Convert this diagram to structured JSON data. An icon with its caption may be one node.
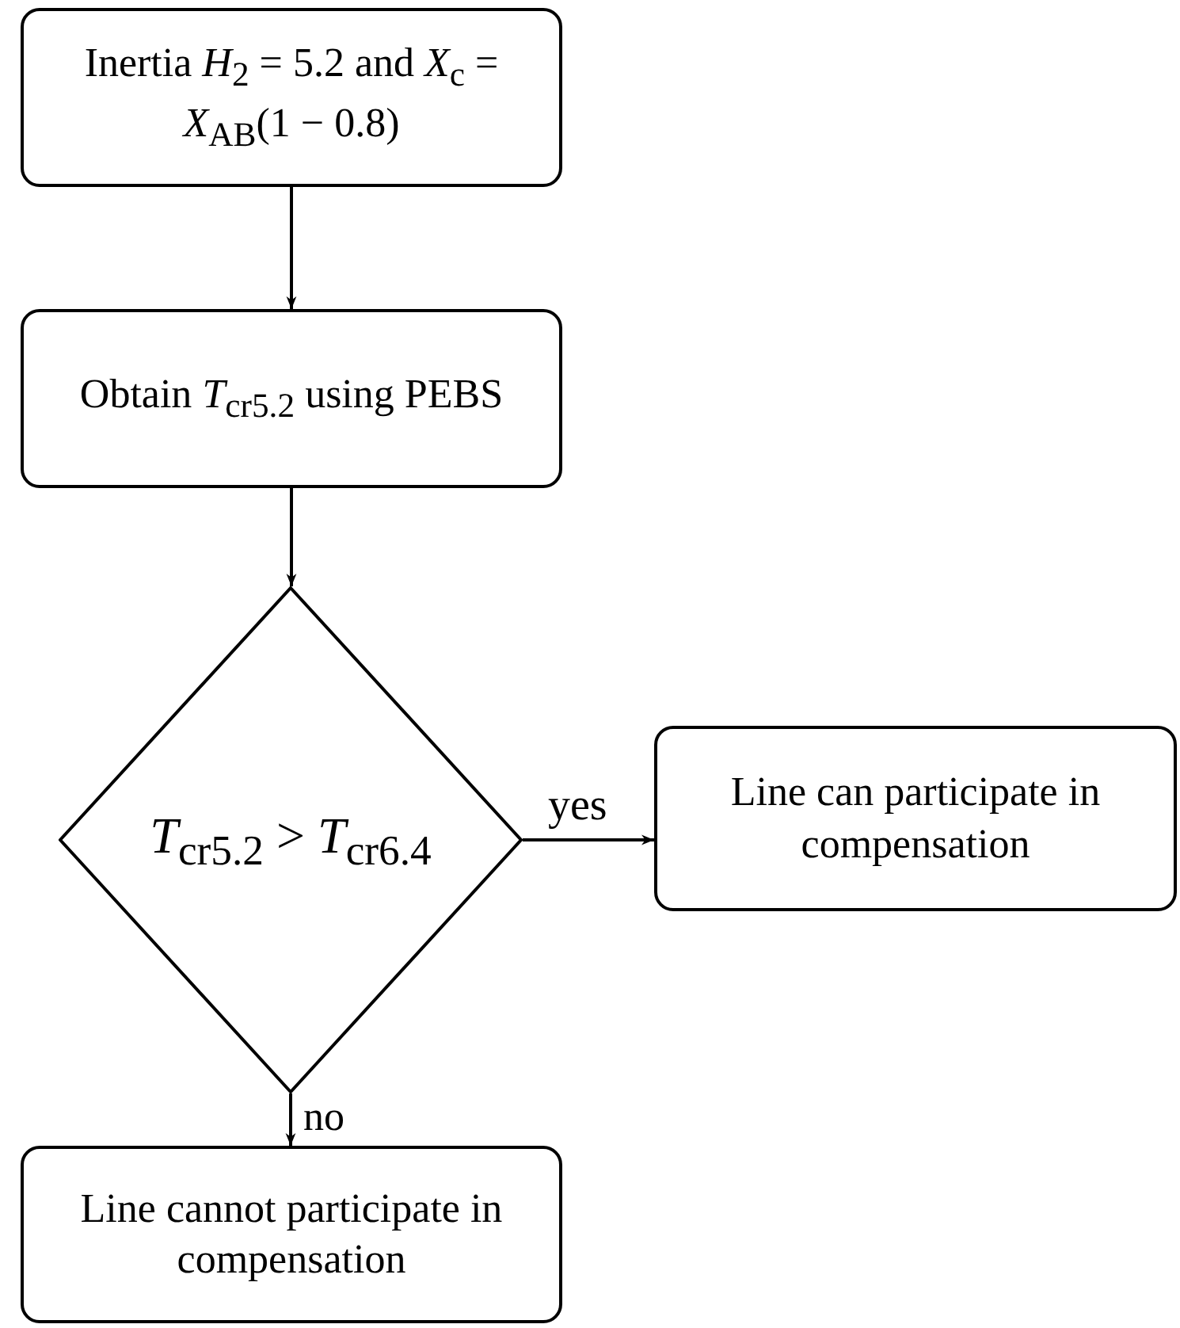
{
  "diagram": {
    "nodes": [
      {
        "text": [
          "Inertia *H*$_{2}$ = 5.2 and *X*$_{c}$ = *X*$_{AB}$(1 − 0.8)"
        ]
      },
      {
        "text": [
          "Obtain *T*$_{cr5.2}$ using PEBS"
        ]
      },
      {
        "text": [
          "*T*$_{cr5.2}$ > *T*$_{cr6.4}$"
        ]
      },
      {
        "text": [
          "Line can participate in compensation"
        ]
      },
      {
        "text": [
          "Line cannot participate in compensation"
        ]
      }
    ],
    "edges": [
      {
        "from": 0,
        "to": 1,
        "arrow": "to"
      },
      {
        "from": 1,
        "to": 2,
        "arrow": "to"
      },
      {
        "from": 2,
        "to": 3,
        "arrow": "to",
        "label": "yes"
      },
      {
        "from": 2,
        "to": 4,
        "arrow": "to",
        "label": "no"
      }
    ]
  }
}
